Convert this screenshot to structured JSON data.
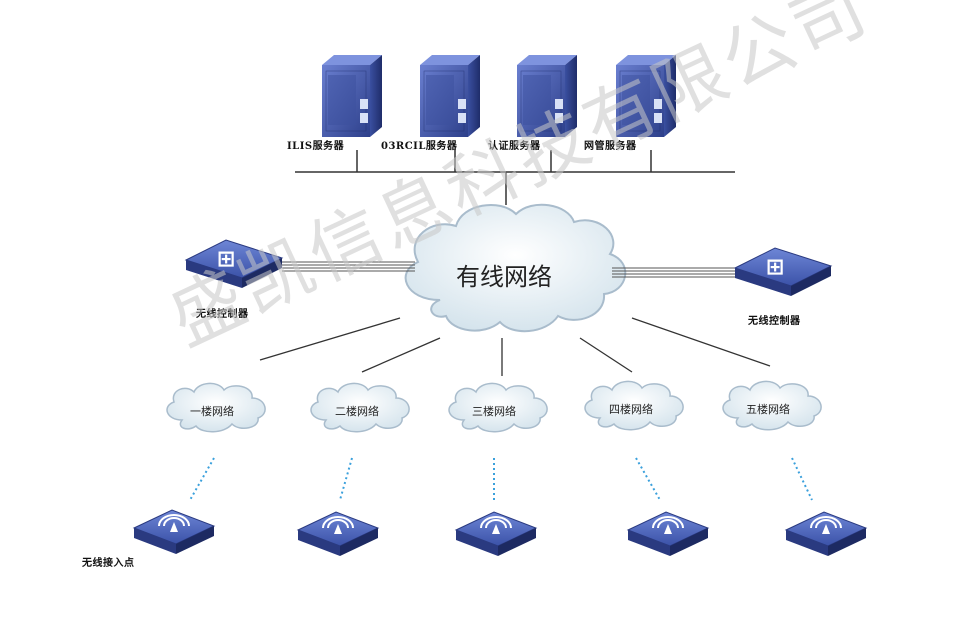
{
  "servers": [
    {
      "label": "ILIS服务器"
    },
    {
      "label": "03RCIL服务器"
    },
    {
      "label": "认证服务器"
    },
    {
      "label": "网管服务器"
    }
  ],
  "core_network": {
    "label": "有线网络"
  },
  "controllers": [
    {
      "label": "无线控制器"
    },
    {
      "label": "无线控制器"
    }
  ],
  "buildings": [
    {
      "label": "一楼网络"
    },
    {
      "label": "二楼网络"
    },
    {
      "label": "三楼网络"
    },
    {
      "label": "四楼网络"
    },
    {
      "label": "五楼网络"
    }
  ],
  "access_point_label": "无线接入点",
  "watermark": "盛凯信息科技有限公司",
  "colors": {
    "server_dark": "#2b3f8f",
    "server_light": "#5b6fc8",
    "cloud_fill": "#e2eef4",
    "cloud_stroke": "#9fb3c8",
    "wireless_link": "#3aa0dc",
    "line": "#333333"
  }
}
